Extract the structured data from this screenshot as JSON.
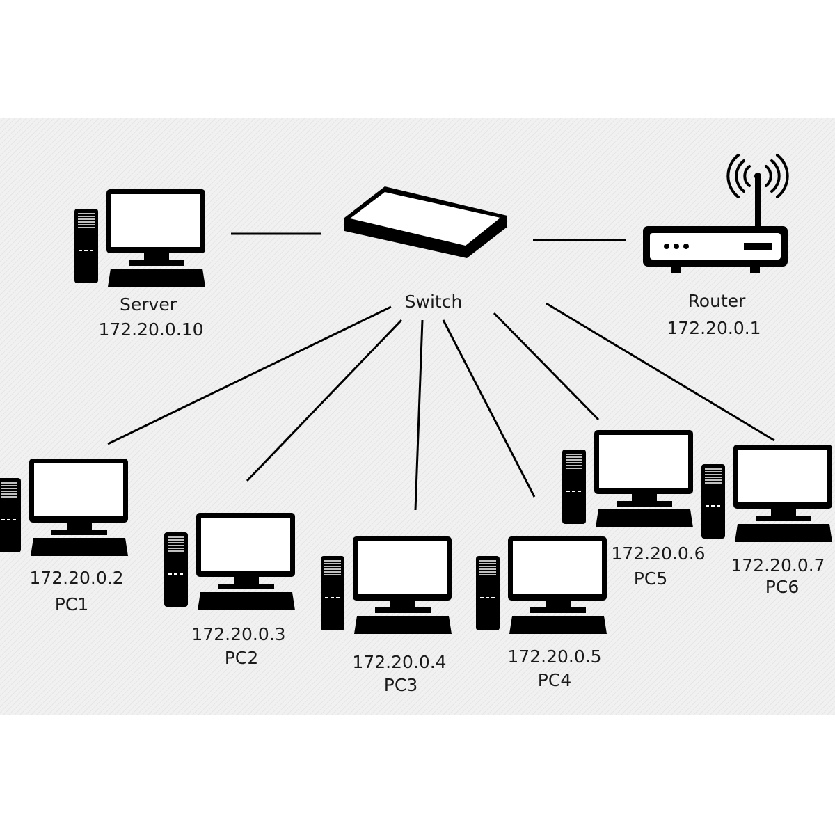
{
  "devices": {
    "server": {
      "name": "Server",
      "ip": "172.20.0.10"
    },
    "switch": {
      "name": "Switch"
    },
    "router": {
      "name": "Router",
      "ip": "172.20.0.1"
    },
    "pc1": {
      "name": "PC1",
      "ip": "172.20.0.2"
    },
    "pc2": {
      "name": "PC2",
      "ip": "172.20.0.3"
    },
    "pc3": {
      "name": "PC3",
      "ip": "172.20.0.4"
    },
    "pc4": {
      "name": "PC4",
      "ip": "172.20.0.5"
    },
    "pc5": {
      "name": "PC5",
      "ip": "172.20.0.6"
    },
    "pc6": {
      "name": "PC6",
      "ip": "172.20.0.7"
    }
  },
  "connections": [
    [
      "server",
      "switch"
    ],
    [
      "switch",
      "router"
    ],
    [
      "switch",
      "pc1"
    ],
    [
      "switch",
      "pc2"
    ],
    [
      "switch",
      "pc3"
    ],
    [
      "switch",
      "pc4"
    ],
    [
      "switch",
      "pc5"
    ],
    [
      "switch",
      "pc6"
    ]
  ],
  "colors": {
    "background": "#f2f2f2",
    "ink": "#000000",
    "text": "#1a1a1a"
  }
}
